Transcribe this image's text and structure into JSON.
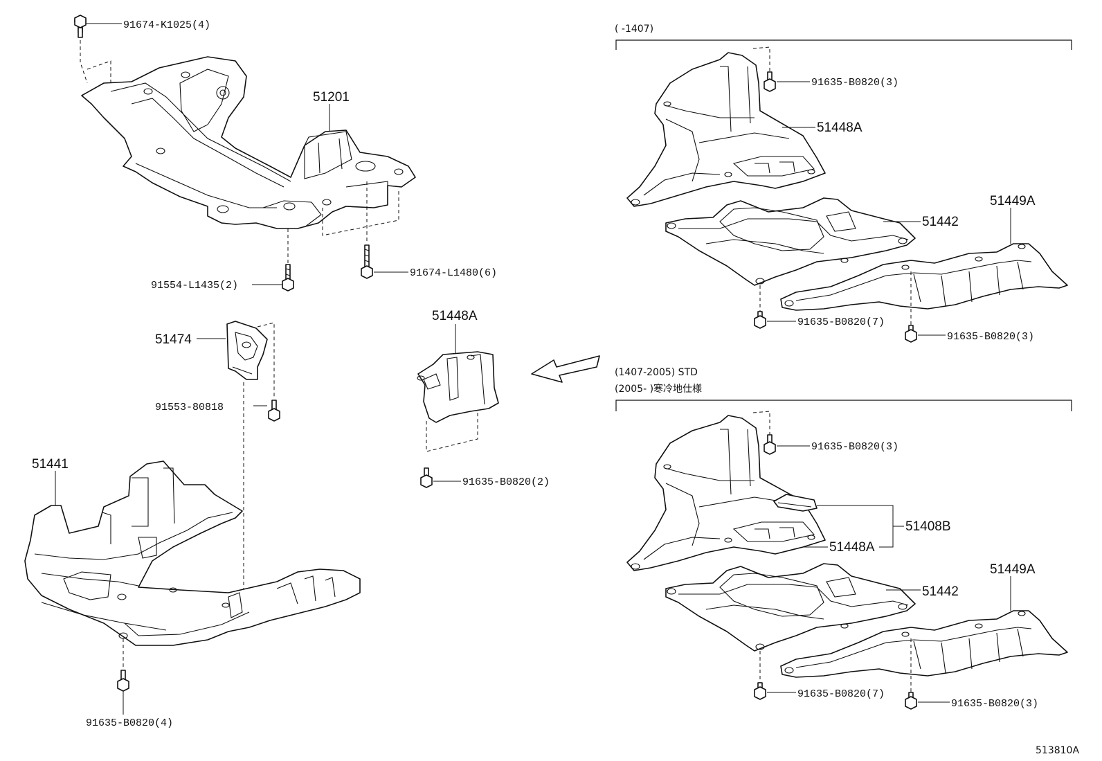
{
  "diagram_id": "513810A",
  "notes": {
    "top_right_range": "(      -1407)",
    "bottom_right_range_1": "(1407-2005) STD",
    "bottom_right_range_2": "(2005-      )寒冷地仕様"
  },
  "labels": {
    "bolt_91674_k1025": "91674-K1025(4)",
    "part_51201": "51201",
    "bolt_91674_l1480": "91674-L1480(6)",
    "bolt_91554_l1435": "91554-L1435(2)",
    "part_51474": "51474",
    "bolt_91553_80818": "91553-80818",
    "part_51441": "51441",
    "bolt_left_b0820_4": "91635-B0820(4)",
    "part_51448a_center": "51448A",
    "bolt_center_b0820_2": "91635-B0820(2)",
    "tr_bolt_b0820_3_top": "91635-B0820(3)",
    "tr_part_51448a": "51448A",
    "tr_part_51442": "51442",
    "tr_part_51449a": "51449A",
    "tr_bolt_b0820_7": "91635-B0820(7)",
    "tr_bolt_b0820_3_bottom": "91635-B0820(3)",
    "br_bolt_b0820_3_top": "91635-B0820(3)",
    "br_part_51408b": "51408B",
    "br_part_51448a": "51448A",
    "br_part_51442": "51442",
    "br_part_51449a": "51449A",
    "br_bolt_b0820_7": "91635-B0820(7)",
    "br_bolt_b0820_3_bottom": "91635-B0820(3)"
  }
}
